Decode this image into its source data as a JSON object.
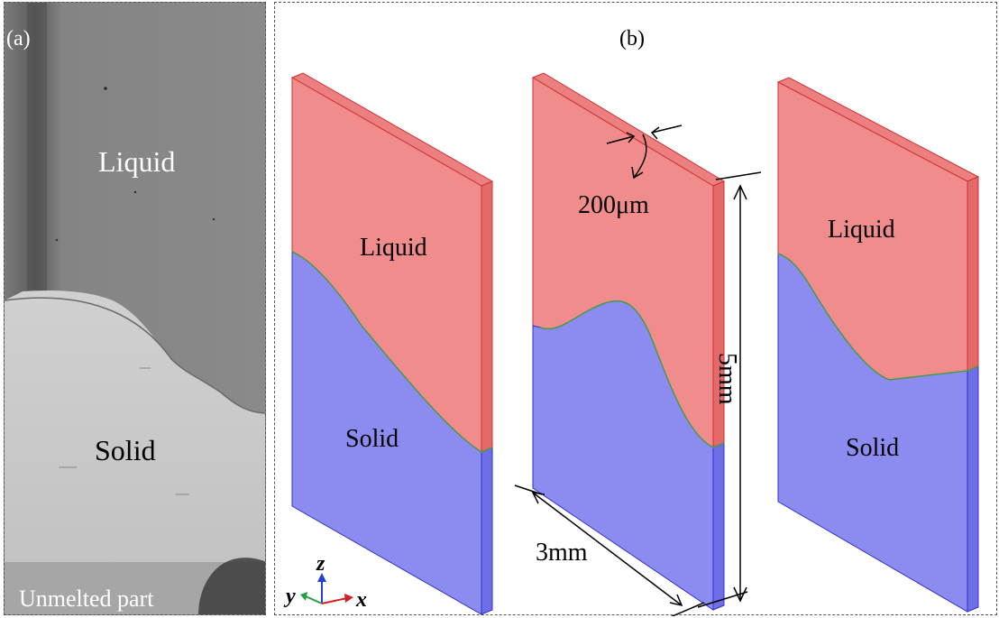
{
  "panel_a": {
    "label": "(a)",
    "liquid": "Liquid",
    "solid": "Solid",
    "unmelted": "Unmelted part"
  },
  "panel_b": {
    "label": "(b)",
    "slabs": [
      {
        "top_label": "Liquid",
        "bottom_label": "Solid"
      },
      {
        "top_label": "",
        "bottom_label": ""
      },
      {
        "top_label": "Liquid",
        "bottom_label": "Solid"
      }
    ],
    "dim_thickness": "200μm",
    "dim_height": "5mm",
    "dim_width": "3mm",
    "axis_x": "x",
    "axis_y": "y",
    "axis_z": "z"
  },
  "colors": {
    "liquid_front": "#f08c8c",
    "liquid_side": "#e46a6a",
    "liquid_top": "#ec8080",
    "solid_front": "#8c8cf0",
    "solid_side": "#6e6ee6",
    "interface": "#4a9a4a",
    "axis_x": "#d02020",
    "axis_y": "#20a040",
    "axis_z": "#2040d0"
  }
}
